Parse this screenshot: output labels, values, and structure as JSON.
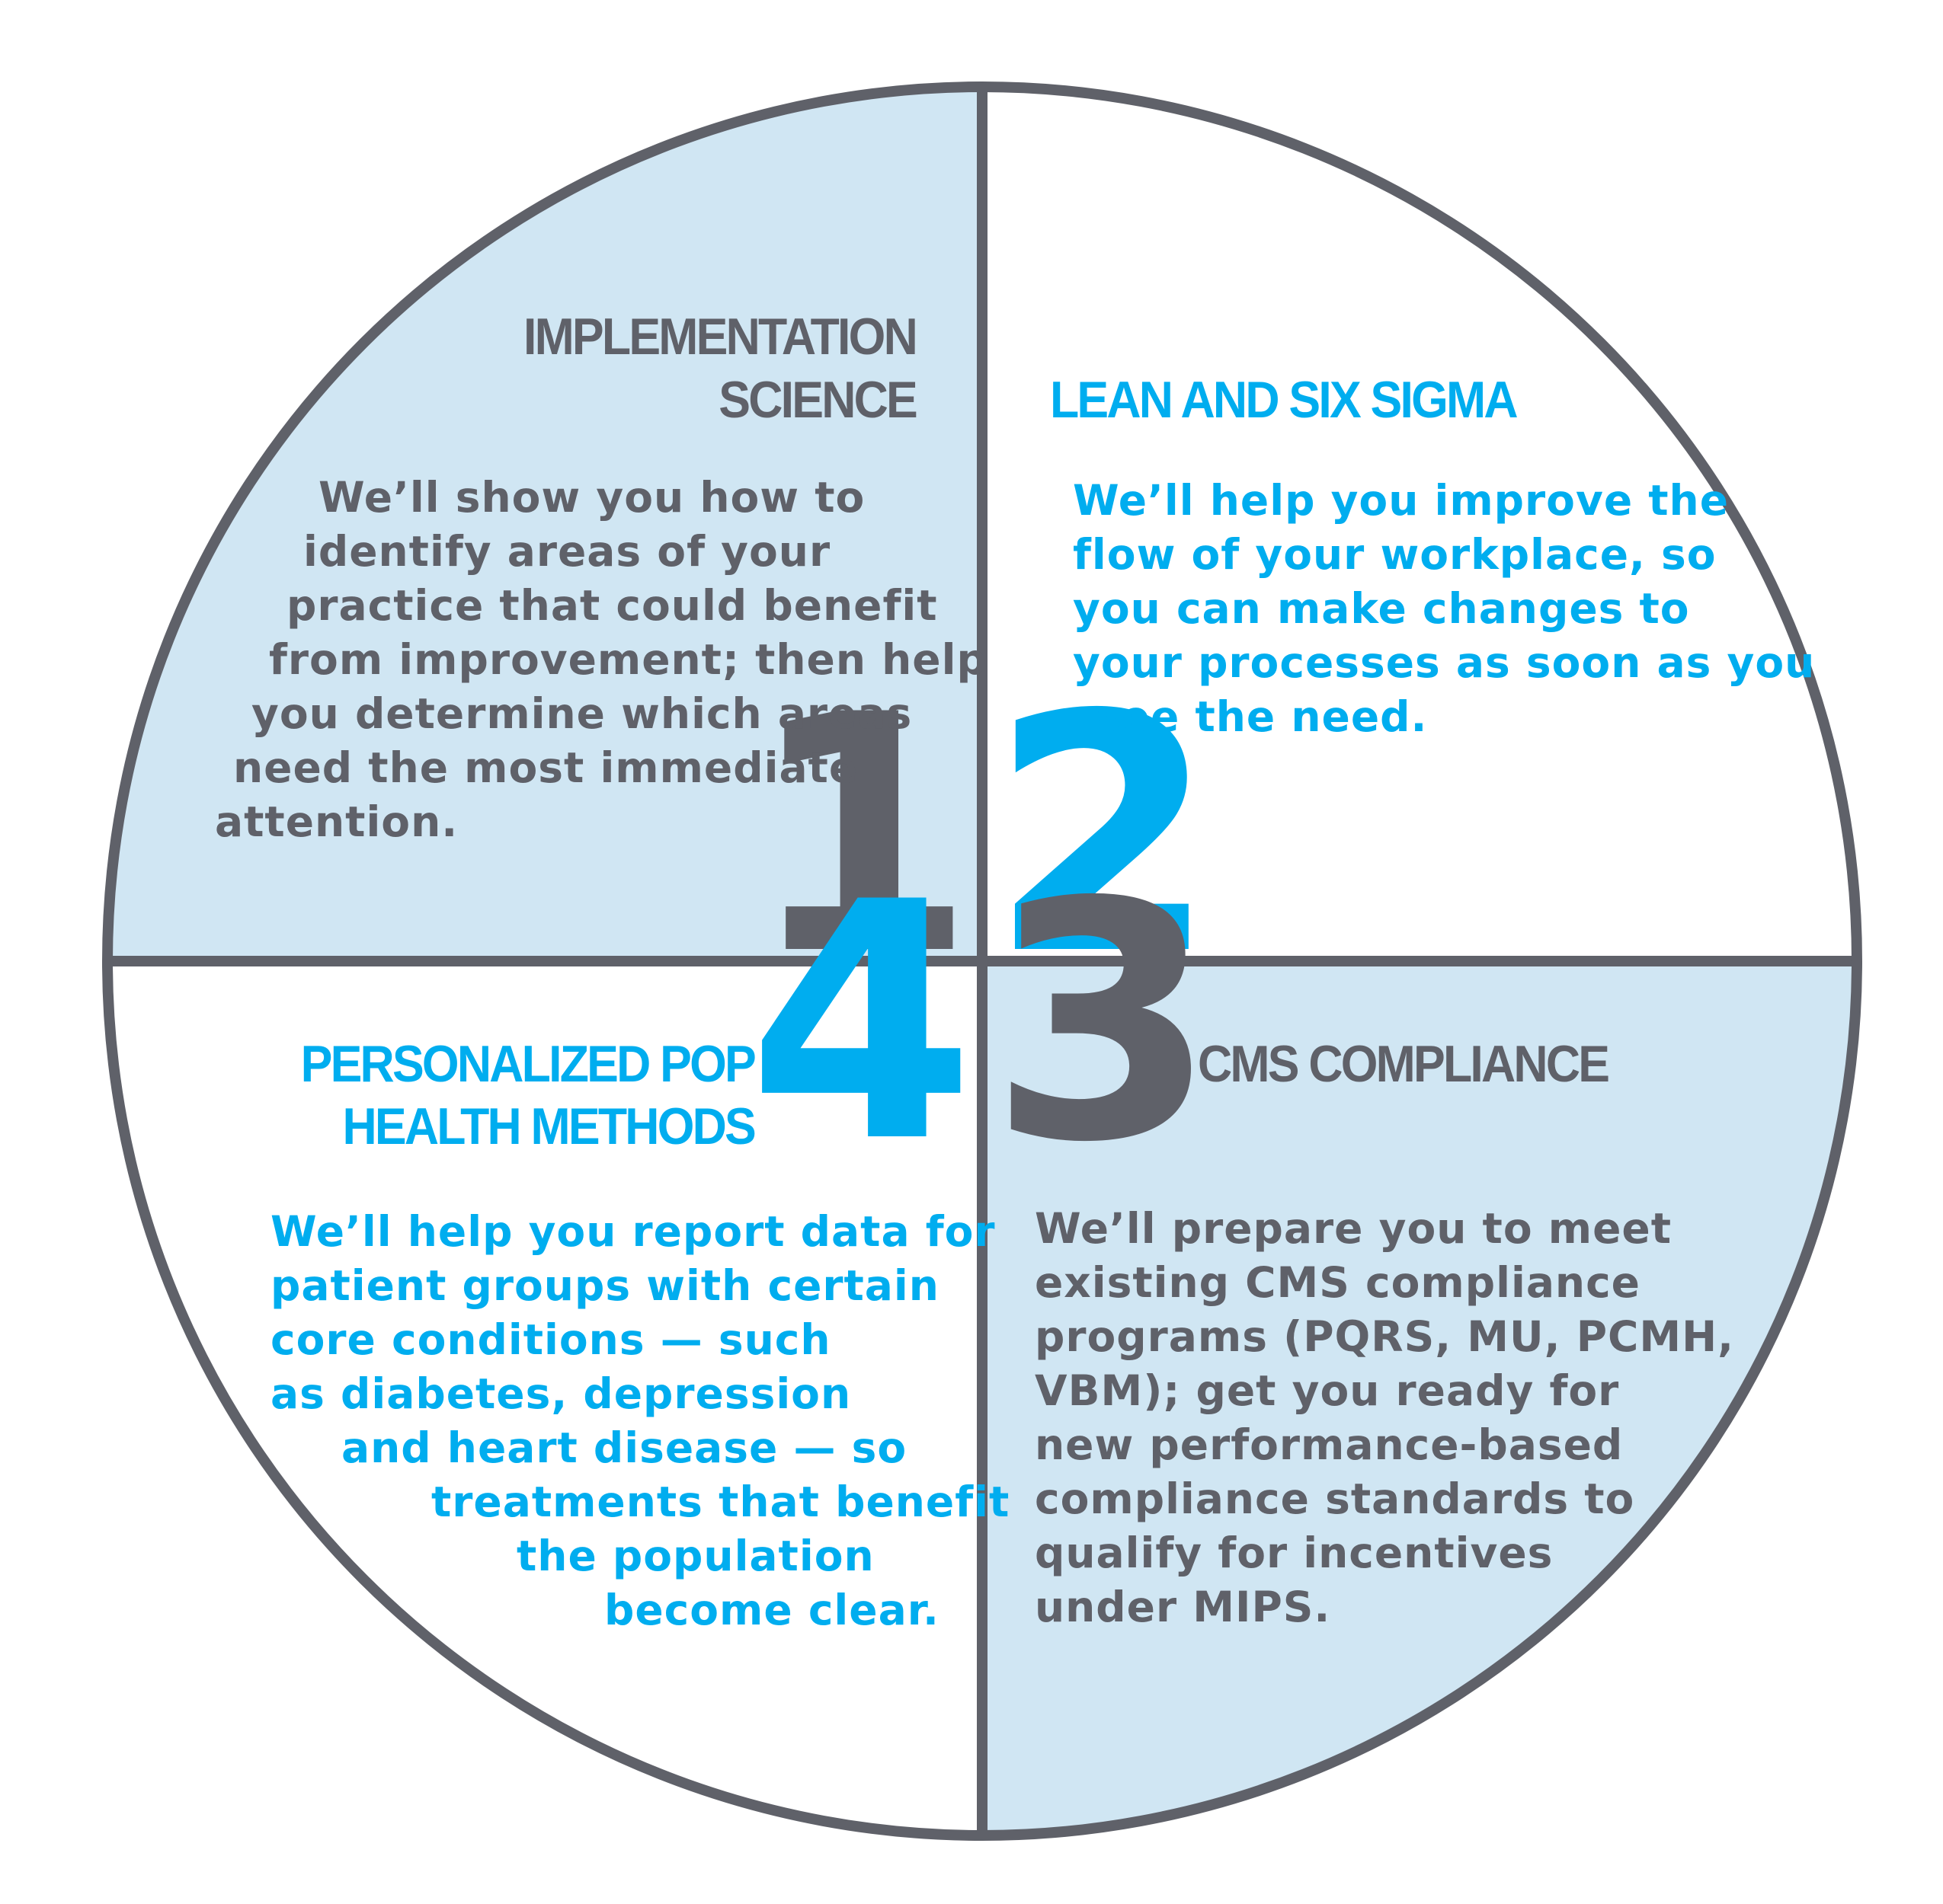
{
  "colors": {
    "gray": "#5f6169",
    "blue": "#00adef",
    "light_blue": "#d0e6f3",
    "white": "#ffffff"
  },
  "quadrants": [
    {
      "number": "1",
      "title_lines": [
        "IMPLEMENTATION",
        "SCIENCE"
      ],
      "body_lines": [
        "We’ll show you how to",
        "identify areas of your",
        "practice that could benefit",
        "from improvement; then help",
        "you determine which areas",
        "need the most immediate",
        "attention."
      ]
    },
    {
      "number": "2",
      "title_lines": [
        "LEAN AND SIX SIGMA"
      ],
      "body_lines": [
        "We’ll help you improve the",
        "flow of your workplace, so",
        "you can make changes to",
        "your processes as soon as you",
        "see the need."
      ]
    },
    {
      "number": "3",
      "title_lines": [
        "CMS COMPLIANCE"
      ],
      "body_lines": [
        "We’ll prepare you to meet",
        "existing CMS compliance",
        "programs (PQRS, MU, PCMH,",
        "VBM); get you ready for",
        "new performance-based",
        "compliance standards to",
        "qualify for incentives",
        "under MIPS."
      ]
    },
    {
      "number": "4",
      "title_lines": [
        "PERSONALIZED POP",
        "HEALTH METHODS"
      ],
      "body_lines": [
        "We’ll help you report data for",
        "patient groups with certain",
        "core conditions — such",
        "as diabetes, depression",
        "and heart disease — so",
        "treatments that benefit",
        "the population",
        "become clear."
      ]
    }
  ]
}
